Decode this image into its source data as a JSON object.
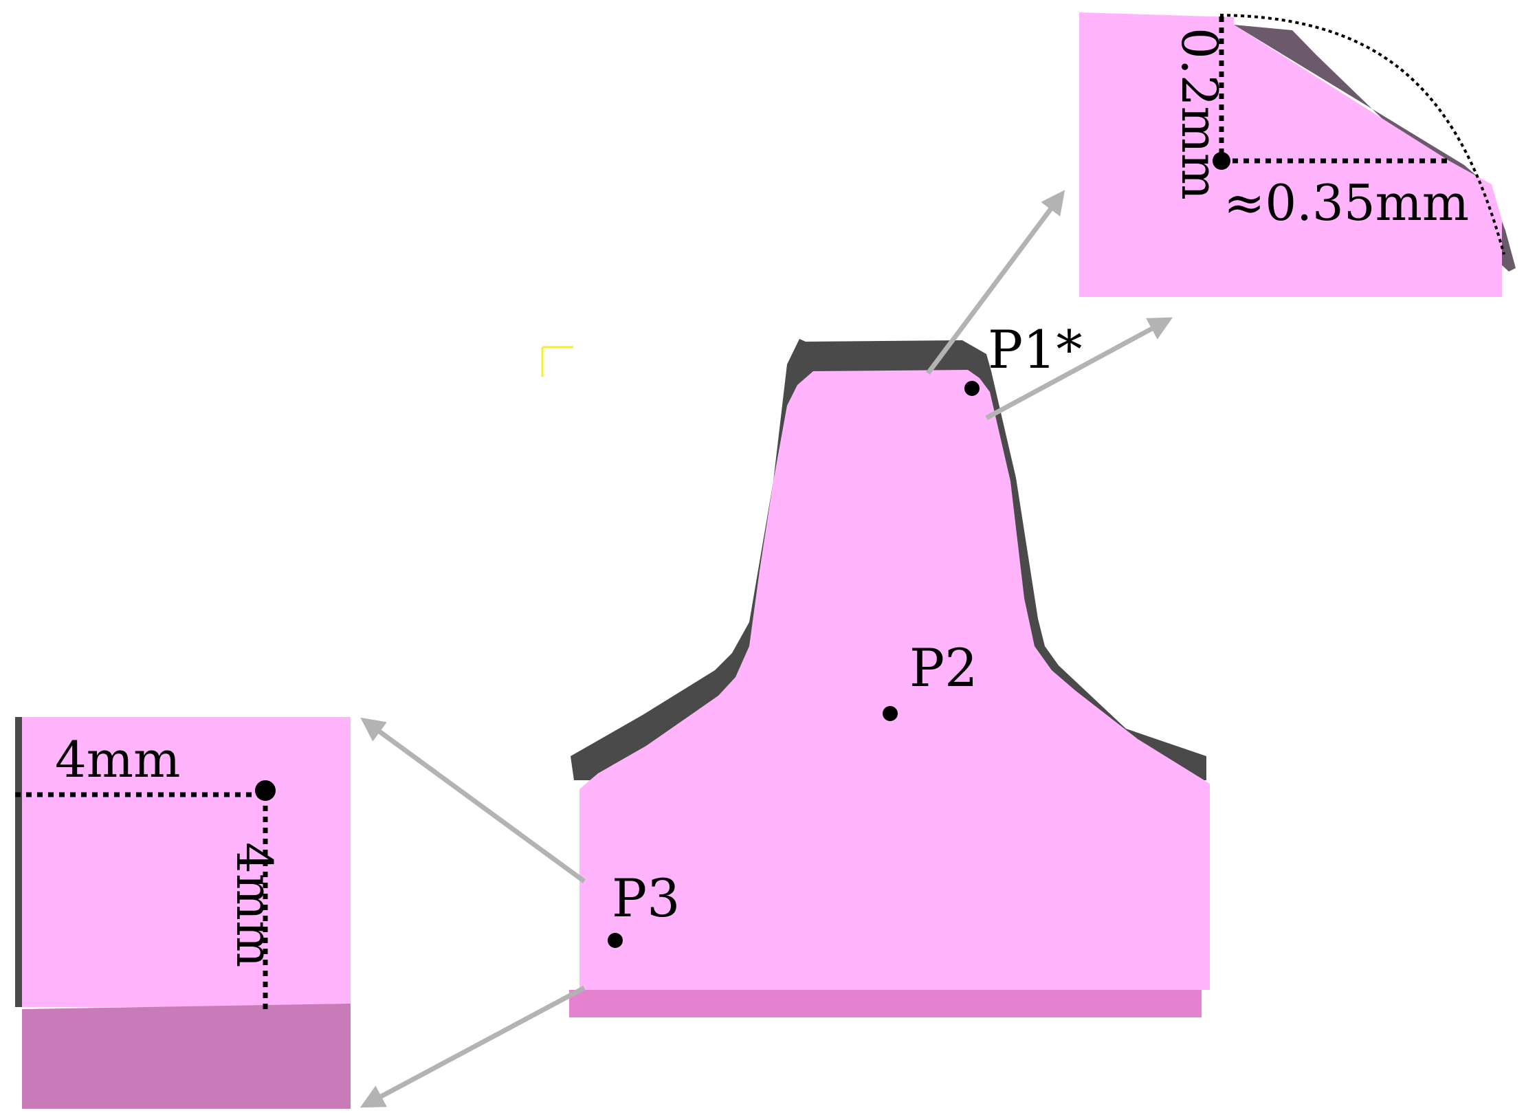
{
  "points": {
    "p1": "P1*",
    "p2": "P2",
    "p3": "P3"
  },
  "detail_top": {
    "vertical_dimension": "0.2mm",
    "horizontal_dimension": "≈0.35mm"
  },
  "detail_bottom": {
    "horizontal_dimension": "4mm",
    "vertical_dimension": "4mm"
  },
  "colors": {
    "part_fill": "#ffb4fc",
    "part_shadow": "#4a4a4a",
    "base_band": "#e482cf",
    "detail_bottom_band": "#c97ab8",
    "leader_arrow": "#b3b3b3",
    "marker": "#000000",
    "stray_mark": "#f2ef2a"
  }
}
